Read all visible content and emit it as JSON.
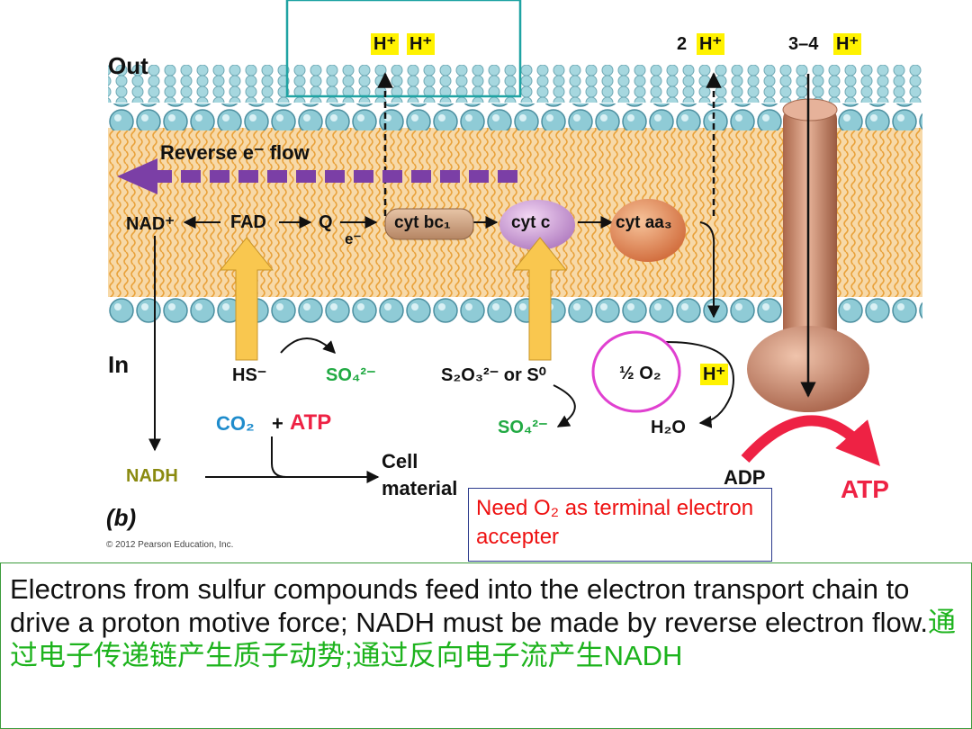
{
  "diagram": {
    "side_out": "Out",
    "side_in": "In",
    "panel_letter": "(b)",
    "copyright": "© 2012 Pearson Education, Inc.",
    "proton_labels": [
      "H⁺",
      "H⁺",
      "2",
      "H⁺",
      "3–4",
      "H⁺",
      "H⁺"
    ],
    "reverse_flow": "Reverse e⁻ flow",
    "chain": [
      "NAD⁺",
      "FAD",
      "Q",
      "cyt bc₁",
      "cyt c",
      "cyt aa₃"
    ],
    "electron": "e⁻",
    "donors": {
      "sulfide": "HS⁻",
      "sulfate_1": "SO₄²⁻",
      "thiosulfate": "S₂O₃²⁻ or S⁰",
      "sulfate_2": "SO₄²⁻"
    },
    "oxygen": "½ O₂",
    "water": "H₂O",
    "co2": "CO₂",
    "plus": "+",
    "atp_small": "ATP",
    "nadh": "NADH",
    "cell_material": "Cell\nmaterial",
    "adp": "ADP",
    "atp_big": "ATP",
    "note": "Need O₂ as terminal electron accepter"
  },
  "caption": {
    "english": "Electrons from sulfur compounds feed into the electron transport chain to drive a proton motive force; NADH must be made by reverse electron flow.",
    "chinese": "通过电子传递链产生质子动势;通过反向电子流产生NADH"
  },
  "colors": {
    "membrane": "#f7d9a8",
    "lipid_head": "#8fcbd6",
    "reverse_arrow": "#7b3fa6",
    "yellow_arrow": "#f9c74f",
    "atp_red": "#ee2244",
    "green": "#22aa44",
    "blue": "#1f8ccc",
    "highlight": "#fff200"
  }
}
